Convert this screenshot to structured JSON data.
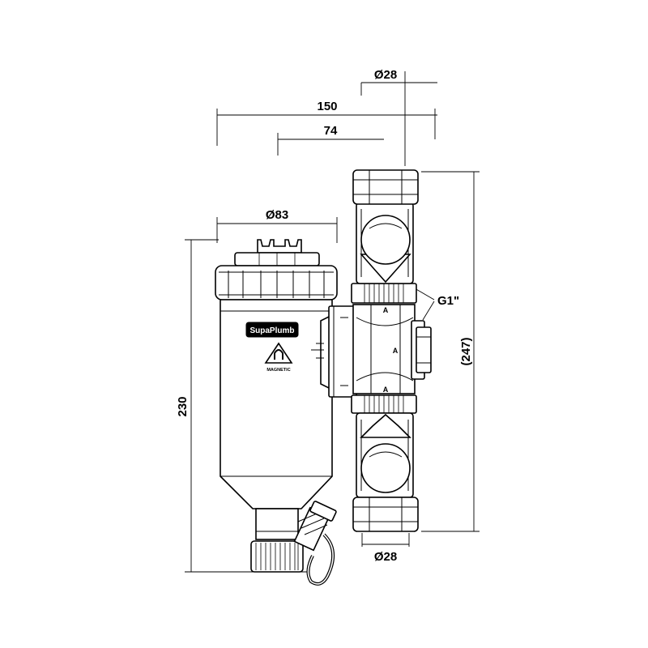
{
  "dimensions": {
    "pipe_top": "Ø28",
    "width_total": "150",
    "width_offset": "74",
    "filter_diameter": "Ø83",
    "height_filter": "230",
    "height_valves": "(247)",
    "thread": "G1\"",
    "pipe_bottom": "Ø28"
  },
  "product": {
    "brand": "SupaPlumb",
    "badge": "MAGNETIC"
  }
}
